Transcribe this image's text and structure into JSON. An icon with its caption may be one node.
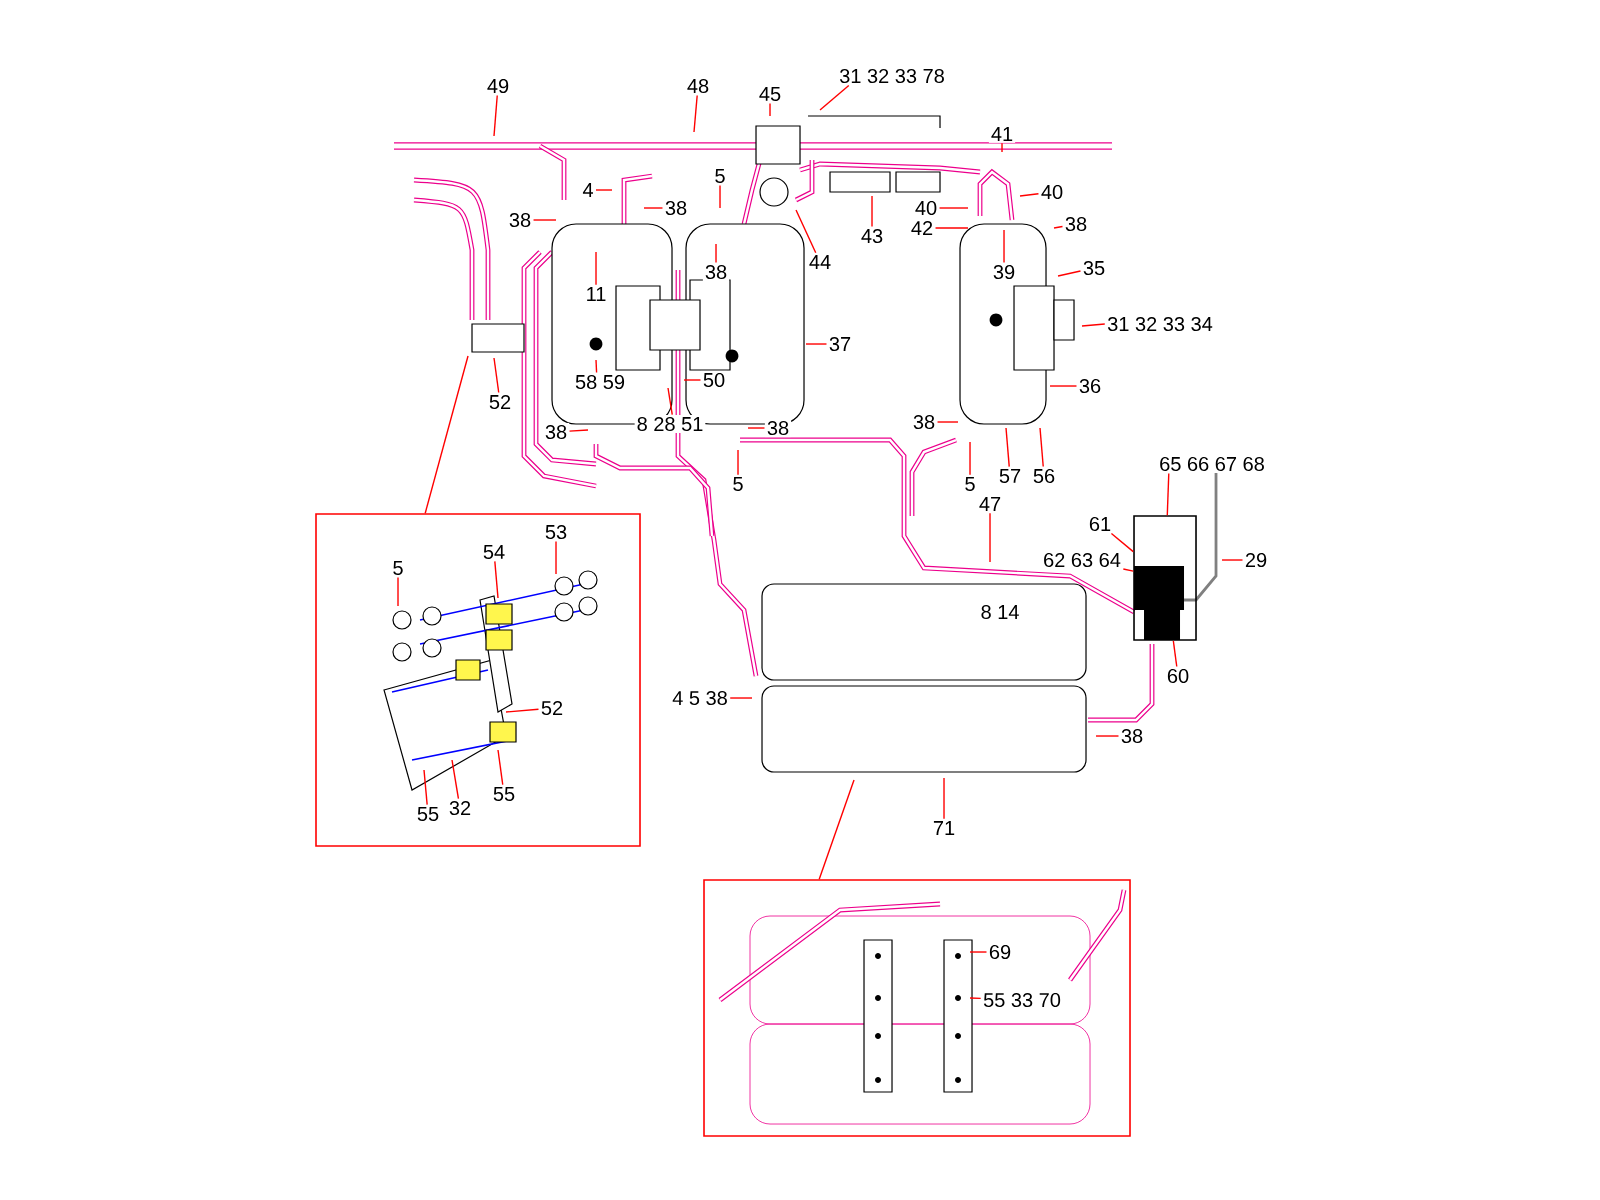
{
  "diagram": {
    "nodes": [
      {
        "text": [
          "49"
        ]
      },
      {
        "text": [
          "48"
        ]
      },
      {
        "text": [
          "45"
        ]
      },
      {
        "text": [
          "31 32 33 78"
        ]
      },
      {
        "text": [
          "5"
        ]
      },
      {
        "text": [
          "41"
        ]
      },
      {
        "text": [
          "4"
        ]
      },
      {
        "text": [
          "38"
        ]
      },
      {
        "text": [
          "38"
        ]
      },
      {
        "text": [
          "40"
        ]
      },
      {
        "text": [
          "40"
        ]
      },
      {
        "text": [
          "42"
        ]
      },
      {
        "text": [
          "38"
        ]
      },
      {
        "text": [
          "43"
        ]
      },
      {
        "text": [
          "44"
        ]
      },
      {
        "text": [
          "38"
        ]
      },
      {
        "text": [
          "39"
        ]
      },
      {
        "text": [
          "11"
        ]
      },
      {
        "text": [
          "35"
        ]
      },
      {
        "text": [
          "31 32 33 34"
        ]
      },
      {
        "text": [
          "37"
        ]
      },
      {
        "text": [
          "50"
        ]
      },
      {
        "text": [
          "58 59"
        ]
      },
      {
        "text": [
          "36"
        ]
      },
      {
        "text": [
          "52"
        ]
      },
      {
        "text": [
          "38"
        ]
      },
      {
        "text": [
          "8 28 51"
        ]
      },
      {
        "text": [
          "38"
        ]
      },
      {
        "text": [
          "38"
        ]
      },
      {
        "text": [
          "57"
        ]
      },
      {
        "text": [
          "56"
        ]
      },
      {
        "text": [
          "5"
        ]
      },
      {
        "text": [
          "5"
        ]
      },
      {
        "text": [
          "65 66 67 68"
        ]
      },
      {
        "text": [
          "47"
        ]
      },
      {
        "text": [
          "61"
        ]
      },
      {
        "text": [
          "62 63 64"
        ]
      },
      {
        "text": [
          "29"
        ]
      },
      {
        "text": [
          "60"
        ]
      },
      {
        "text": [
          "4 5 38"
        ]
      },
      {
        "text": [
          "38"
        ]
      },
      {
        "text": [
          "71"
        ]
      },
      {
        "text": [],
        "shape": "box"
      },
      {
        "text": [
          "5"
        ],
        "in": 42
      },
      {
        "text": [
          "54"
        ],
        "in": 42
      },
      {
        "text": [
          "53"
        ],
        "in": 42
      },
      {
        "text": [
          "52"
        ],
        "in": 42
      },
      {
        "text": [
          "55"
        ],
        "in": 42
      },
      {
        "text": [
          "32"
        ],
        "in": 42
      },
      {
        "text": [
          "55"
        ],
        "in": 42
      },
      {
        "text": [],
        "shape": "box"
      },
      {
        "text": [
          "69"
        ],
        "in": 50
      },
      {
        "text": [
          "55 33 70"
        ],
        "in": 50
      },
      {
        "text": [],
        "shape": "box"
      }
    ],
    "edges": [
      {
        "from": 0,
        "to": null,
        "arrow": "none"
      },
      {
        "from": 1,
        "to": null,
        "arrow": "none"
      },
      {
        "from": 2,
        "to": null,
        "arrow": "none"
      },
      {
        "from": 3,
        "to": null,
        "arrow": "none"
      },
      {
        "from": 4,
        "to": null,
        "arrow": "none"
      },
      {
        "from": 5,
        "to": null,
        "arrow": "none"
      },
      {
        "from": 6,
        "to": null,
        "arrow": "none"
      },
      {
        "from": 7,
        "to": null,
        "arrow": "none"
      },
      {
        "from": 8,
        "to": null,
        "arrow": "none"
      },
      {
        "from": 9,
        "to": null,
        "arrow": "none"
      },
      {
        "from": 10,
        "to": null,
        "arrow": "none"
      },
      {
        "from": 11,
        "to": null,
        "arrow": "none"
      },
      {
        "from": 12,
        "to": null,
        "arrow": "none"
      },
      {
        "from": 13,
        "to": null,
        "arrow": "none"
      },
      {
        "from": 14,
        "to": null,
        "arrow": "none"
      },
      {
        "from": 15,
        "to": null,
        "arrow": "none"
      },
      {
        "from": 16,
        "to": null,
        "arrow": "none"
      },
      {
        "from": 17,
        "to": null,
        "arrow": "none"
      },
      {
        "from": 18,
        "to": null,
        "arrow": "none"
      },
      {
        "from": 19,
        "to": null,
        "arrow": "none"
      },
      {
        "from": 20,
        "to": null,
        "arrow": "none"
      },
      {
        "from": 21,
        "to": null,
        "arrow": "none"
      },
      {
        "from": 22,
        "to": null,
        "arrow": "none"
      },
      {
        "from": 23,
        "to": null,
        "arrow": "none"
      },
      {
        "from": 24,
        "to": null,
        "arrow": "none"
      },
      {
        "from": 25,
        "to": null,
        "arrow": "none"
      },
      {
        "from": 26,
        "to": null,
        "arrow": "none"
      },
      {
        "from": 27,
        "to": null,
        "arrow": "none"
      },
      {
        "from": 28,
        "to": null,
        "arrow": "none"
      },
      {
        "from": 29,
        "to": null,
        "arrow": "none"
      },
      {
        "from": 30,
        "to": null,
        "arrow": "none"
      },
      {
        "from": 31,
        "to": null,
        "arrow": "none"
      },
      {
        "from": 32,
        "to": null,
        "arrow": "none"
      },
      {
        "from": 33,
        "to": 53,
        "arrow": "none"
      },
      {
        "from": 34,
        "to": null,
        "arrow": "none"
      },
      {
        "from": 35,
        "to": 53,
        "arrow": "none"
      },
      {
        "from": 36,
        "to": 53,
        "arrow": "none"
      },
      {
        "from": 37,
        "to": null,
        "arrow": "none"
      },
      {
        "from": 38,
        "to": 53,
        "arrow": "none"
      },
      {
        "from": 39,
        "to": null,
        "arrow": "none"
      },
      {
        "from": 40,
        "to": null,
        "arrow": "none"
      },
      {
        "from": 41,
        "to": null,
        "arrow": "none"
      },
      {
        "from": 42,
        "to": null,
        "arrow": "none"
      },
      {
        "from": 43,
        "to": null,
        "arrow": "none"
      },
      {
        "from": 44,
        "to": null,
        "arrow": "none"
      },
      {
        "from": 45,
        "to": null,
        "arrow": "none"
      },
      {
        "from": 46,
        "to": null,
        "arrow": "none"
      },
      {
        "from": 47,
        "to": null,
        "arrow": "none"
      },
      {
        "from": 48,
        "to": null,
        "arrow": "none"
      },
      {
        "from": 49,
        "to": null,
        "arrow": "none"
      },
      {
        "from": 50,
        "to": null,
        "arrow": "none"
      },
      {
        "from": 51,
        "to": null,
        "arrow": "none"
      },
      {
        "from": 52,
        "to": null,
        "arrow": "none"
      }
    ],
    "labels": [
      "8 14"
    ]
  }
}
